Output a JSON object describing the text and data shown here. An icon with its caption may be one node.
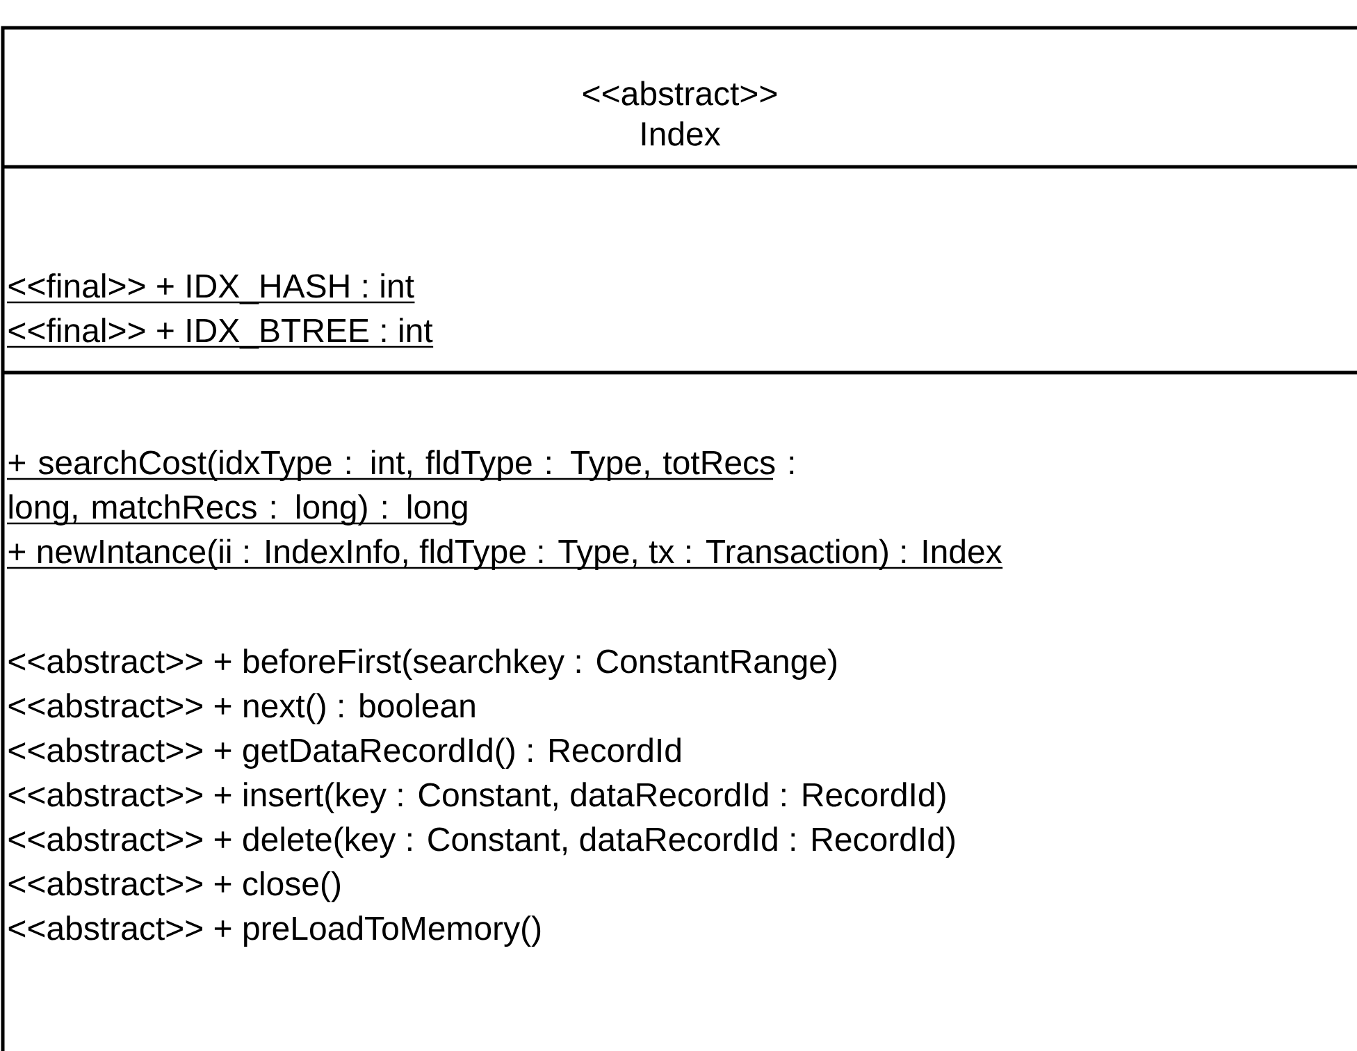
{
  "diagram": {
    "nodes": [
      {
        "text": [
          "<<abstract>> Index",
          "<<final>> + IDX_HASH : int",
          "<<final>> + IDX_BTREE : int",
          "+ searchCost(idxType : int, fldType : Type, totRecs : long, matchRecs : long) : long",
          "+ newIntance(ii : IndexInfo, fldType : Type, tx : Transaction) : Index",
          "<<abstract>> + beforeFirst(searchkey : ConstantRange)",
          "<<abstract>> + next() : boolean",
          "<<abstract>> + getDataRecordId() : RecordId",
          "<<abstract>> + insert(key : Constant, dataRecordId : RecordId)",
          "<<abstract>> + delete(key : Constant, dataRecordId : RecordId)",
          "<<abstract>> + close()",
          "<<abstract>> + preLoadToMemory()"
        ]
      }
    ]
  }
}
